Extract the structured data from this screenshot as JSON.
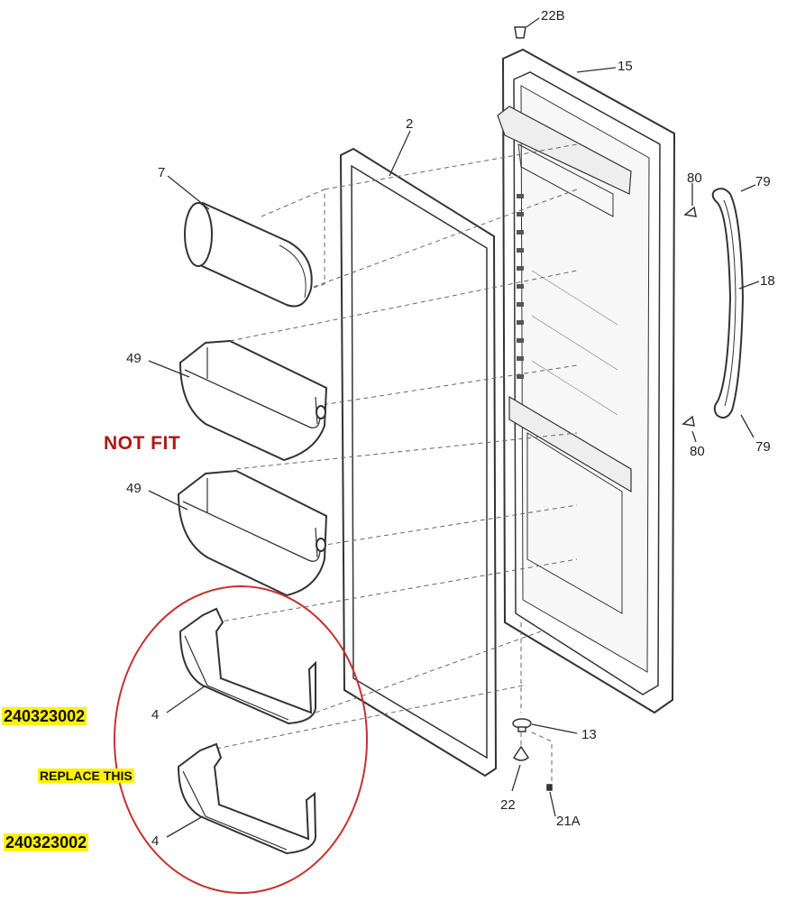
{
  "callouts": {
    "c22b": "22B",
    "c15": "15",
    "c2": "2",
    "c7": "7",
    "c80_top": "80",
    "c79_top": "79",
    "c18": "18",
    "c49_top": "49",
    "c49_bottom": "49",
    "c80_bottom": "80",
    "c79_bottom": "79",
    "c4_top": "4",
    "c4_bottom": "4",
    "c13": "13",
    "c22": "22",
    "c21a": "21A"
  },
  "annotations": {
    "not_fit": "NOT FIT",
    "part_number_1": "240323002",
    "replace_this": "REPLACE THIS",
    "part_number_2": "240323002"
  },
  "colors": {
    "line": "#333333",
    "part_fill": "#ffffff",
    "circle": "#c8302e",
    "not_fit_text": "#b01717",
    "highlight": "#fff200"
  }
}
